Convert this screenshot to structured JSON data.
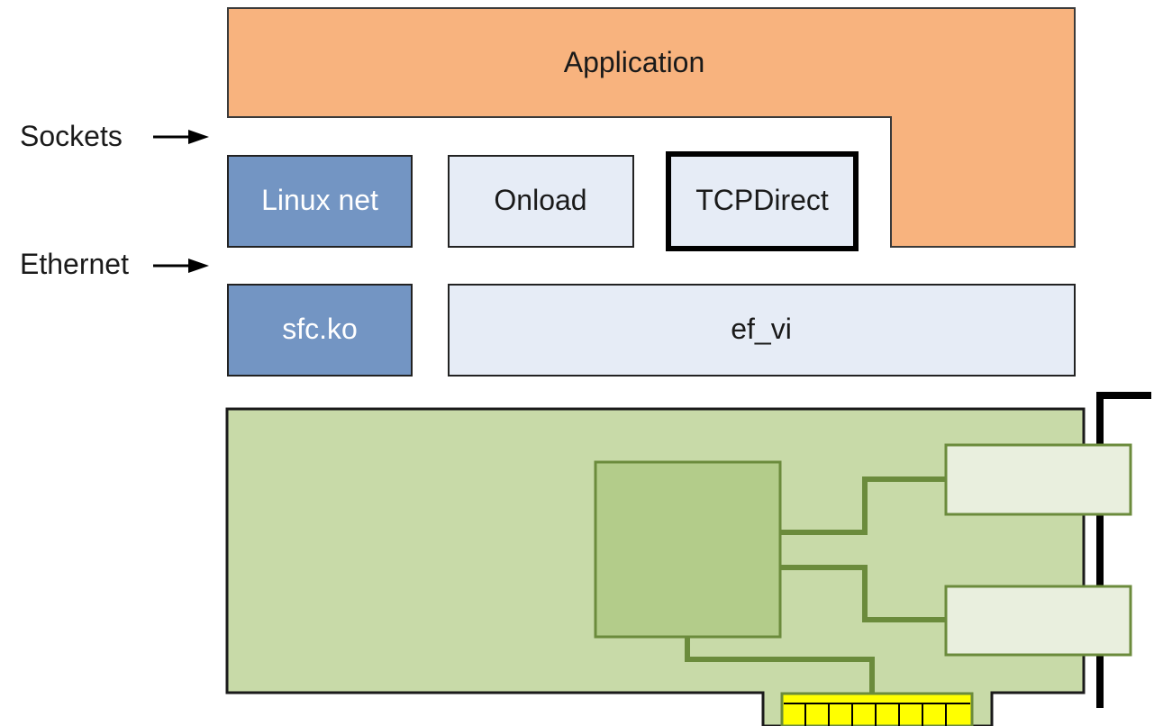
{
  "layers": {
    "application": "Application",
    "linux_net": "Linux net",
    "onload": "Onload",
    "tcpdirect": "TCPDirect",
    "sfc_ko": "sfc.ko",
    "ef_vi": "ef_vi"
  },
  "interfaces": {
    "sockets": "Sockets",
    "ethernet": "Ethernet"
  },
  "colors": {
    "application_fill": "#f8b37e",
    "kernel_fill": "#7395c3",
    "userspace_fill": "#e6ecf6",
    "nic_board_fill": "#c8daa8",
    "nic_chip_fill": "#b3cc8a",
    "nic_port_fill": "#e9efde",
    "nic_trace": "#6b8b3c",
    "edge_connector_fill": "#ffff00",
    "emphasis_border": "#000000"
  }
}
